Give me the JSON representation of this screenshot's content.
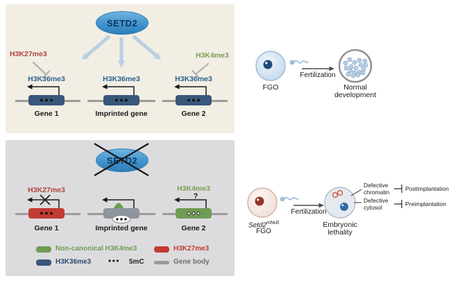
{
  "top_panel": {
    "setd2": "SETD2",
    "h3k27me3_label": "H3K27me3",
    "h3k4me3_label": "H3K4me3",
    "genes": [
      {
        "mark": "H3K36me3",
        "name": "Gene 1"
      },
      {
        "mark": "H3K36me3",
        "name": "Imprinted gene"
      },
      {
        "mark": "H3K36me3",
        "name": "Gene 2"
      }
    ]
  },
  "bottom_panel": {
    "setd2": "SETD2",
    "h3k27me3_label": "H3K27me3",
    "h3k4me3_label": "H3K4me3",
    "question_mark": "?",
    "genes": [
      {
        "name": "Gene 1"
      },
      {
        "name": "Imprinted gene"
      },
      {
        "name": "Gene 2"
      }
    ]
  },
  "normal_flow": {
    "cell_label": "FGO",
    "arrow_label": "Fertilization",
    "outcome_line1": "Normal",
    "outcome_line2": "development"
  },
  "mutant_flow": {
    "cell_label_gene": "Setd2",
    "cell_label_sup": "mNull",
    "cell_label_line2": "FGO",
    "arrow_label": "Fertilization",
    "outcome_line1": "Embryonic",
    "outcome_line2": "lethality",
    "branch_top_line1": "Defective",
    "branch_top_line2": "chromatin",
    "branch_top_result": "Postimplantation",
    "branch_bottom_line1": "Defective",
    "branch_bottom_line2": "cytosol",
    "branch_bottom_result": "Preimplantation"
  },
  "legend": {
    "noncanonical_h3k4me3": "Non-canonical H3K4me3",
    "h3k27me3": "H3K27me3",
    "h3k36me3": "H3K36me3",
    "fivemc_dots": "•••",
    "fivemc": "5mC",
    "gene_body": "Gene body"
  },
  "colors": {
    "h3k36me3_blue": "#39577a",
    "h3k27me3_red": "#c23b32",
    "h3k4me3_green": "#6f9c53",
    "setd2_blue": "#3a8ec8",
    "gene_body_gray": "#9b9b9b"
  }
}
